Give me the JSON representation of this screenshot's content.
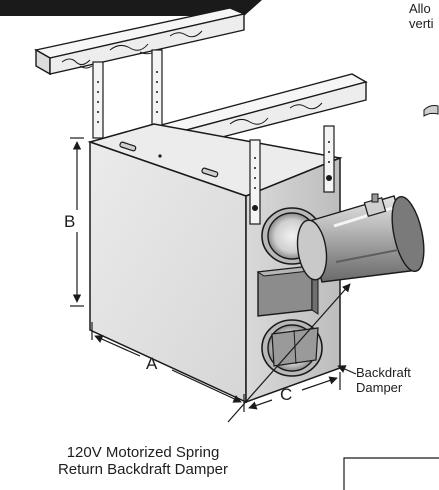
{
  "labels": {
    "dim_a": "A",
    "dim_b": "B",
    "dim_c": "C",
    "backdraft_line1": "Backdraft",
    "backdraft_line2": "Damper",
    "caption_line1": "120V Motorized Spring",
    "caption_line2": "Return Backdraft Damper",
    "corner_line1": "Allo",
    "corner_line2": "verti"
  },
  "colors": {
    "cabinet_front": "#e2e2e2",
    "cabinet_side": "#cfcfcf",
    "cabinet_top": "#ececec",
    "outline": "#1a1a1a",
    "joist": "#f0f0f0",
    "damper_metal": "#9a9a9a",
    "header_bar": "#1a1a1a"
  },
  "icons": [
    "ceiling-joist-icon",
    "hanger-bracket-icon",
    "duct-collar-icon",
    "motorized-damper-icon"
  ]
}
